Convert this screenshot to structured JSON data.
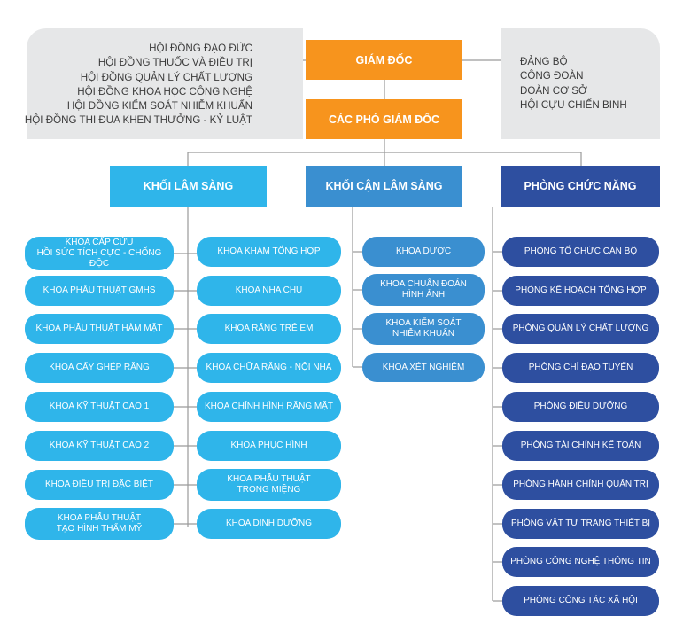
{
  "councils": [
    "HỘI ĐỒNG ĐẠO ĐỨC",
    "HỘI ĐỒNG THUỐC VÀ ĐIỀU TRỊ",
    "HỘI ĐỒNG QUẢN LÝ CHẤT LƯỢNG",
    "HỘI ĐỒNG KHOA HỌC CÔNG NGHỆ",
    "HỘI ĐỒNG KIỂM SOÁT NHIỄM KHUẨN",
    "HỘI ĐỒNG THI ĐUA KHEN THƯỞNG - KỶ LUẬT"
  ],
  "organizations": [
    "ĐẢNG BỘ",
    "CÔNG ĐOÀN",
    "ĐOÀN CƠ SỞ",
    "HỘI CỰU CHIẾN BINH"
  ],
  "director": "GIÁM ĐỐC",
  "deputy_directors": "CÁC PHÓ GIÁM ĐỐC",
  "blocks": {
    "clinical": "KHỐI LÂM SÀNG",
    "paraclinical": "KHỐI CẬN LÂM SÀNG",
    "functional": "PHÒNG CHỨC NĂNG"
  },
  "clinical_col1": [
    "KHOA CẤP CỨU\nHỒI SỨC TÍCH CỰC - CHỐNG ĐỘC",
    "KHOA PHẪU THUẬT GMHS",
    "KHOA PHẪU THUẬT HÀM MẶT",
    "KHOA CẤY GHÉP RĂNG",
    "KHOA KỸ THUẬT CAO 1",
    "KHOA KỸ THUẬT CAO 2",
    "KHOA ĐIỀU TRỊ ĐẶC BIỆT",
    "KHOA PHẪU THUẬT\nTẠO HÌNH THẨM MỸ"
  ],
  "clinical_col2": [
    "KHOA KHÁM TỔNG HỢP",
    "KHOA NHA CHU",
    "KHOA RĂNG TRẺ EM",
    "KHOA CHỮA RĂNG - NỘI NHA",
    "KHOA CHỈNH HÌNH RĂNG MẶT",
    "KHOA PHỤC HÌNH",
    "KHOA PHẪU THUẬT\nTRONG MIỆNG",
    "KHOA DINH DƯỠNG"
  ],
  "paraclinical_depts": [
    "KHOA DƯỢC",
    "KHOA CHUẨN ĐOÁN\nHÌNH ẢNH",
    "KHOA KIỂM SOÁT\nNHIỄM KHUẨN",
    "KHOA XÉT NGHIỆM"
  ],
  "functional_depts": [
    "PHÒNG TỔ CHỨC CÁN BỘ",
    "PHÒNG KẾ HOẠCH TỔNG HỢP",
    "PHÒNG QUẢN LÝ CHẤT LƯỢNG",
    "PHÒNG CHỈ ĐẠO TUYẾN",
    "PHÒNG ĐIỀU DƯỠNG",
    "PHÒNG TÀI CHÍNH KẾ TOÁN",
    "PHÒNG HÀNH CHÍNH QUẢN TRỊ",
    "PHÒNG VẬT TƯ TRANG THIẾT BỊ",
    "PHÒNG CÔNG NGHỆ THÔNG TIN",
    "PHÒNG CÔNG TÁC XÃ HỘI"
  ],
  "colors": {
    "orange": "#f7941d",
    "clinical": "#2fb5ea",
    "paraclinical": "#3a8fd0",
    "functional": "#2e4fa0",
    "panel": "#e6e7e8",
    "line": "#9a9a9a"
  }
}
